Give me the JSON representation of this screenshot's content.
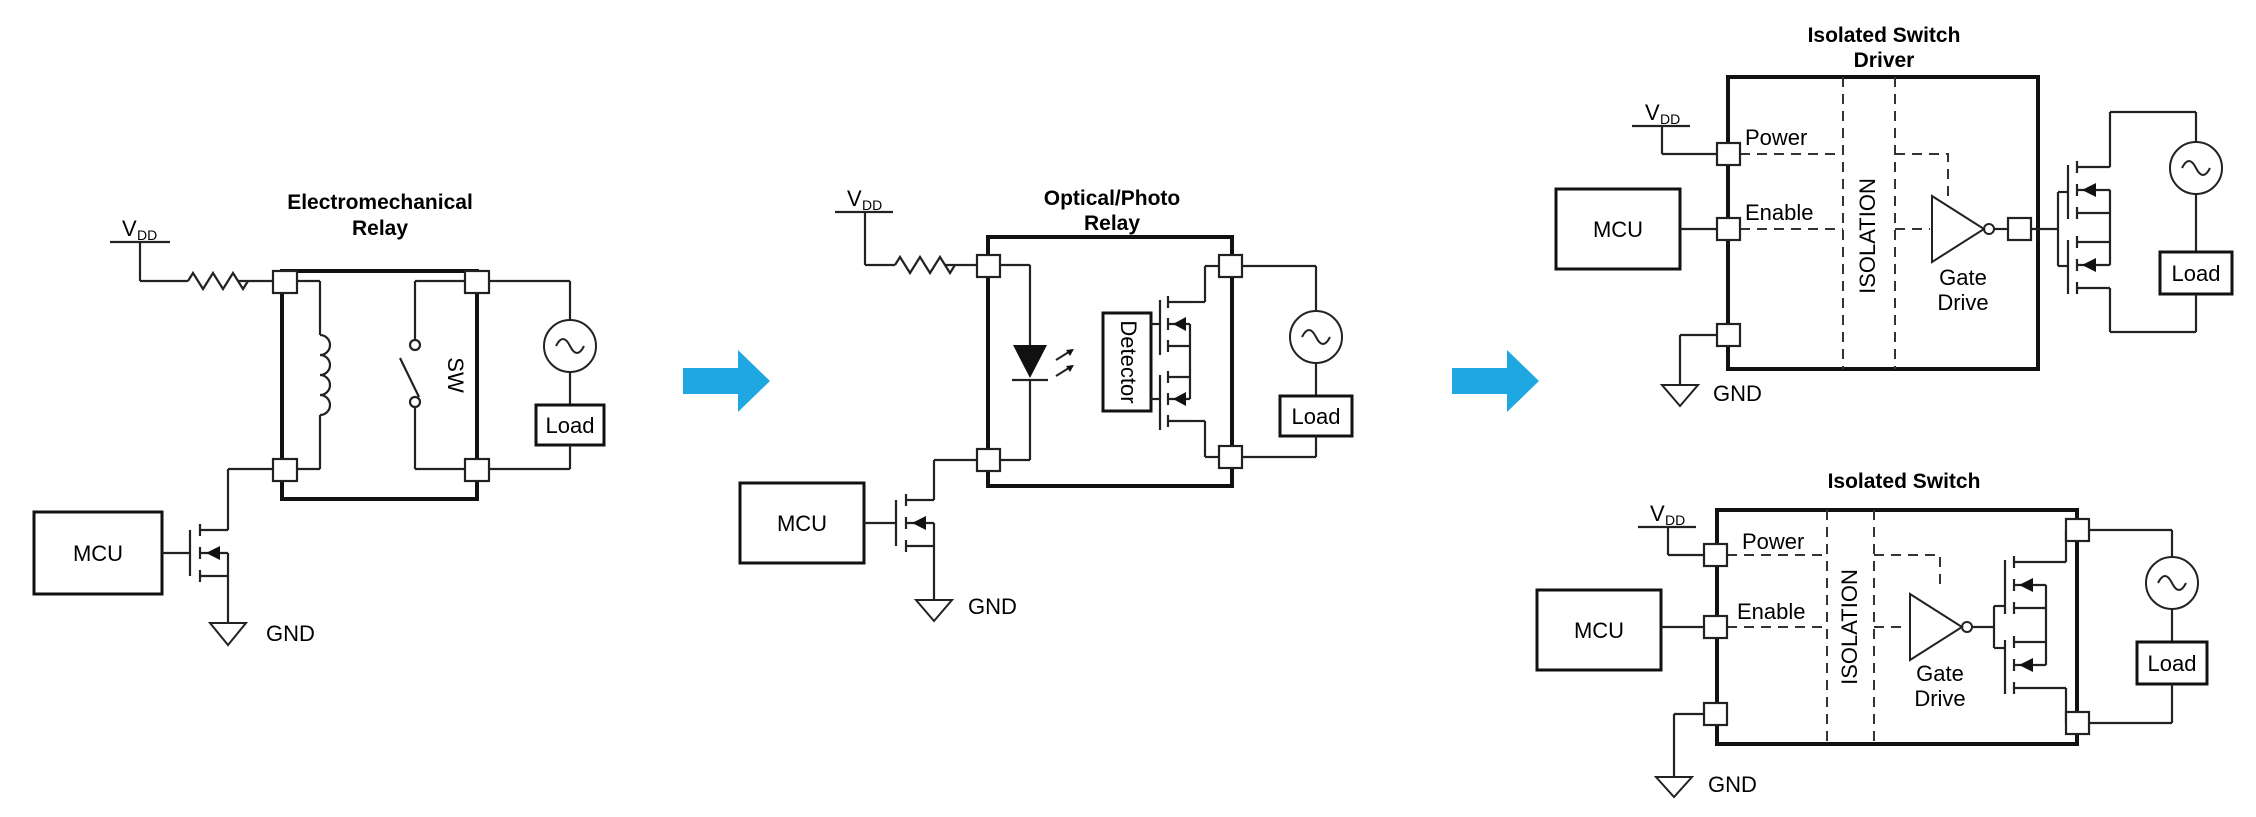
{
  "colors": {
    "arrow": "#1ea7e1",
    "ink": "#111111"
  },
  "panel_relay": {
    "title_line1": "Electromechanical",
    "title_line2": "Relay",
    "vdd_main": "V",
    "vdd_sub": "DD",
    "switch_label": "SW",
    "load": "Load",
    "mcu": "MCU",
    "gnd": "GND"
  },
  "panel_optical": {
    "title_line1": "Optical/Photo",
    "title_line2": "Relay",
    "vdd_main": "V",
    "vdd_sub": "DD",
    "detector": "Detector",
    "load": "Load",
    "mcu": "MCU",
    "gnd": "GND"
  },
  "panel_driver": {
    "title_line1": "Isolated Switch",
    "title_line2": "Driver",
    "vdd_main": "V",
    "vdd_sub": "DD",
    "power": "Power",
    "enable": "Enable",
    "isolation": "ISOLATION",
    "gate_line1": "Gate",
    "gate_line2": "Drive",
    "load": "Load",
    "mcu": "MCU",
    "gnd": "GND"
  },
  "panel_switch": {
    "title": "Isolated Switch",
    "vdd_main": "V",
    "vdd_sub": "DD",
    "power": "Power",
    "enable": "Enable",
    "isolation": "ISOLATION",
    "gate_line1": "Gate",
    "gate_line2": "Drive",
    "load": "Load",
    "mcu": "MCU",
    "gnd": "GND"
  }
}
